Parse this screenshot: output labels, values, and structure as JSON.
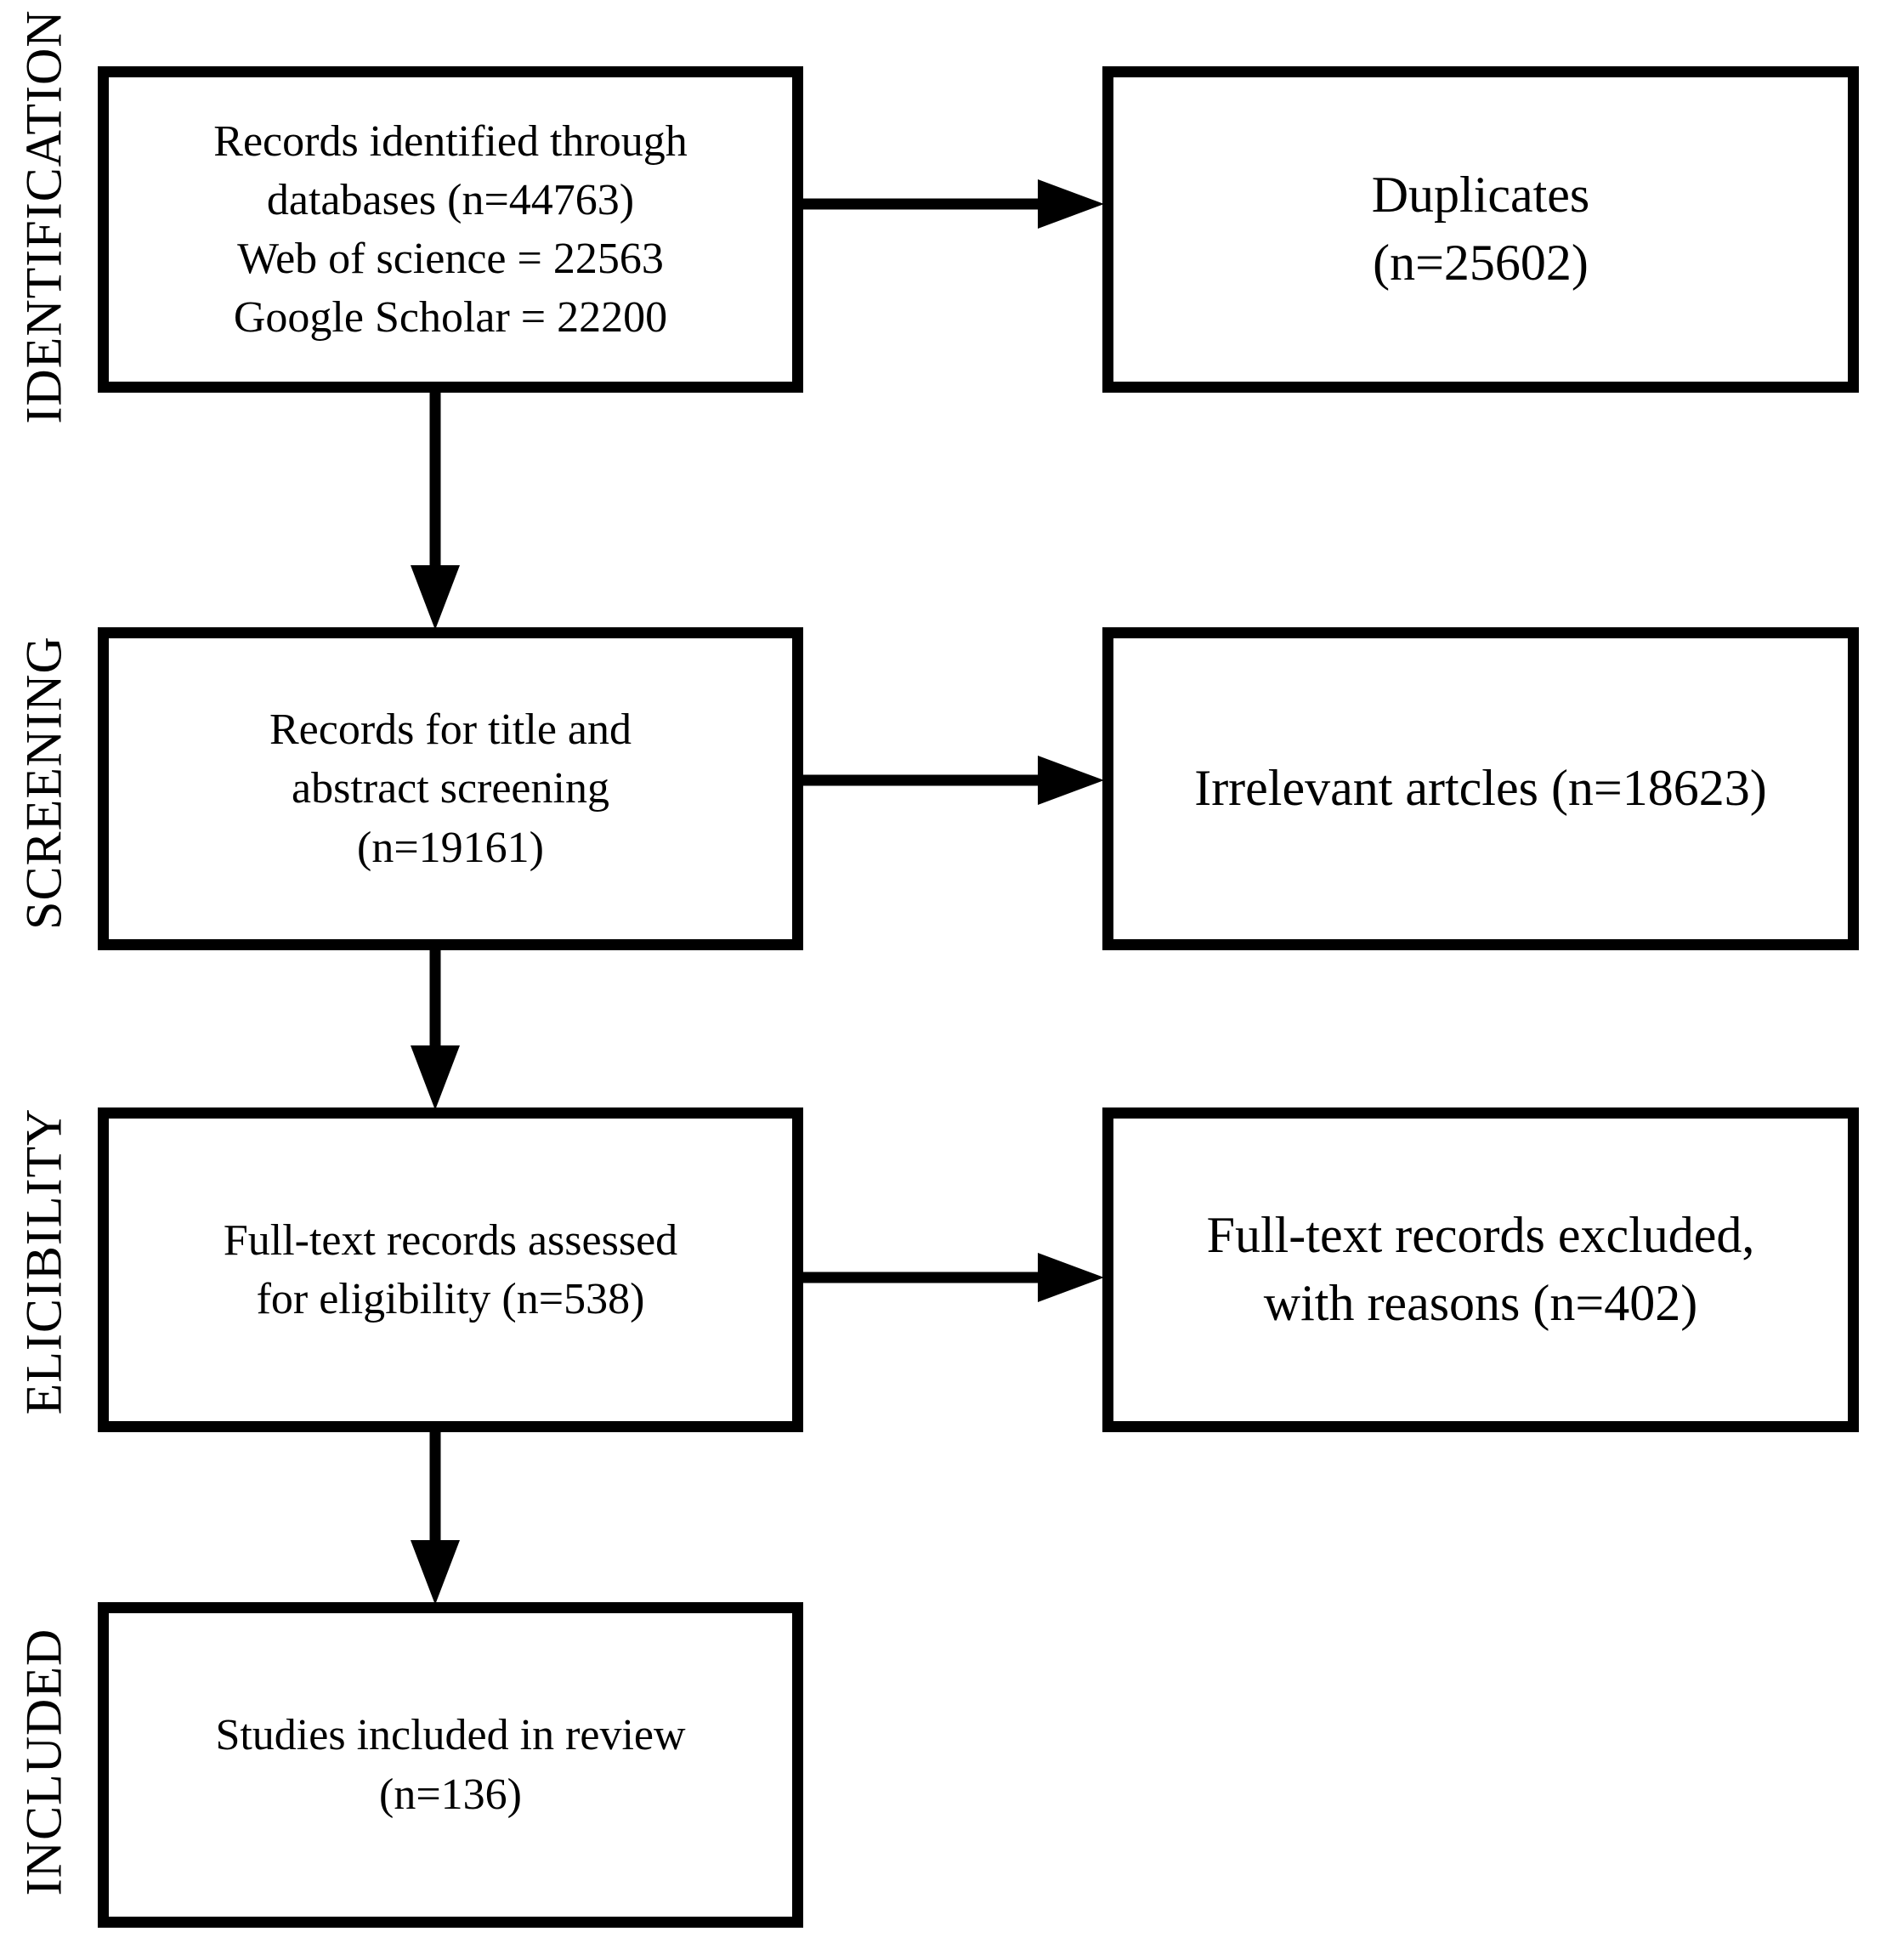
{
  "colors": {
    "ink": "#000000",
    "paper": "#ffffff"
  },
  "stages": [
    {
      "id": "identification",
      "label": "IDENTIFICATION"
    },
    {
      "id": "screening",
      "label": "SCREENING"
    },
    {
      "id": "elicibility",
      "label": "ELICIBILITY"
    },
    {
      "id": "included",
      "label": "INCLUDED"
    }
  ],
  "boxes": [
    {
      "id": "records-identified",
      "stage": "identification",
      "column": "main",
      "text": "Records identified through\ndatabases (n=44763)\nWeb of science = 22563\nGoogle Scholar = 22200"
    },
    {
      "id": "duplicates",
      "stage": "identification",
      "column": "side",
      "text": "Duplicates\n(n=25602)"
    },
    {
      "id": "title-abstract-screening",
      "stage": "screening",
      "column": "main",
      "text": "Records for title and\nabstract screening\n(n=19161)"
    },
    {
      "id": "irrelevant-articles",
      "stage": "screening",
      "column": "side",
      "text": "Irrelevant artcles (n=18623)"
    },
    {
      "id": "fulltext-assessed",
      "stage": "elicibility",
      "column": "main",
      "text": "Full-text records assessed\nfor eligibility (n=538)"
    },
    {
      "id": "fulltext-excluded",
      "stage": "elicibility",
      "column": "side",
      "text": "Full-text records excluded,\nwith reasons (n=402)"
    },
    {
      "id": "studies-included",
      "stage": "included",
      "column": "main",
      "text": "Studies included in review\n(n=136)"
    }
  ],
  "flows": [
    {
      "from": "records-identified",
      "to": "duplicates",
      "direction": "right"
    },
    {
      "from": "records-identified",
      "to": "title-abstract-screening",
      "direction": "down"
    },
    {
      "from": "title-abstract-screening",
      "to": "irrelevant-articles",
      "direction": "right"
    },
    {
      "from": "title-abstract-screening",
      "to": "fulltext-assessed",
      "direction": "down"
    },
    {
      "from": "fulltext-assessed",
      "to": "fulltext-excluded",
      "direction": "right"
    },
    {
      "from": "fulltext-assessed",
      "to": "studies-included",
      "direction": "down"
    }
  ]
}
